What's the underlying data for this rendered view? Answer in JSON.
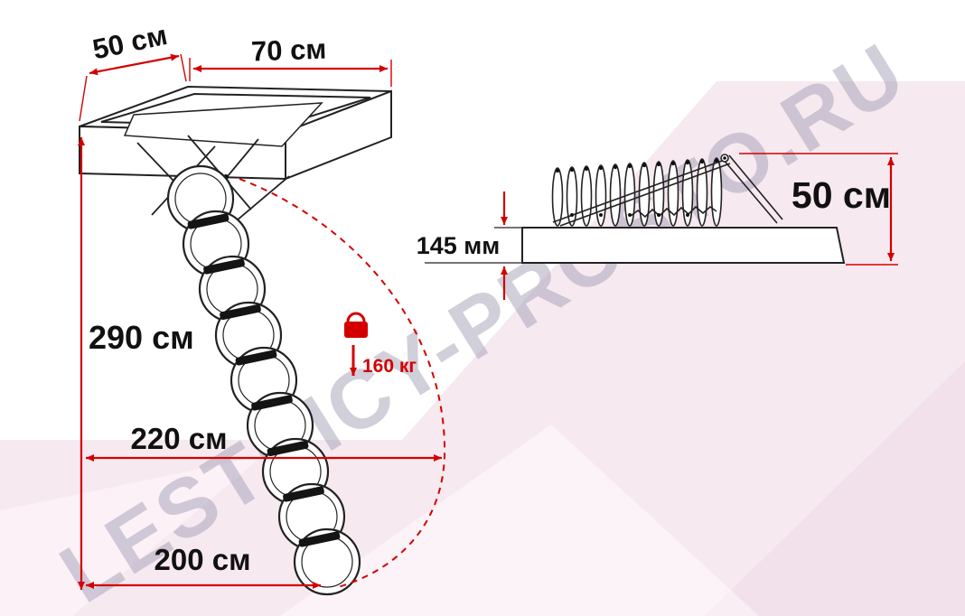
{
  "watermark": {
    "text": "LESTNICY-PROSTO.RU"
  },
  "front_view": {
    "hatch_depth": "50 см",
    "hatch_width": "70 см",
    "ceiling_height": "290 см",
    "swing_clearance": "220 см",
    "floor_projection": "200 см",
    "max_load": "160 кг"
  },
  "side_view": {
    "box_thickness": "145 мм",
    "folded_height": "50 см"
  },
  "colors": {
    "dimension_red": "#d40000",
    "label_black": "#111111",
    "watermark_gray": "#a4a0b6",
    "background_pink": "#f7e9f0",
    "line_black": "#222222"
  }
}
